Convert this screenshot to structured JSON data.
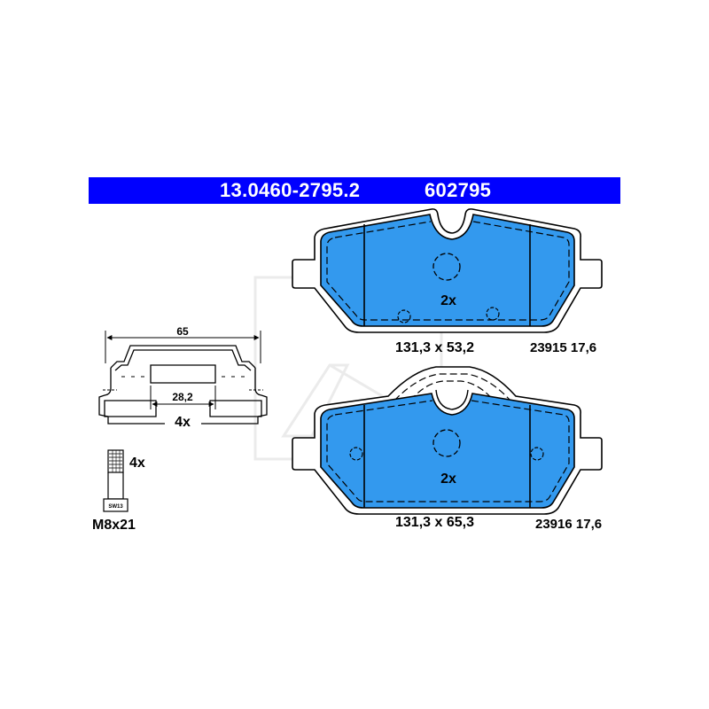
{
  "header": {
    "part_number": "13.0460-2795.2",
    "code": "602795",
    "color": "#0000ff"
  },
  "pad_upper": {
    "quantity": "2x",
    "dimensions": "131,3 x 53,2",
    "spec": "23915 17,6"
  },
  "pad_lower": {
    "quantity": "2x",
    "dimensions": "131,3 x 65,3",
    "spec": "23916 17,6"
  },
  "clip": {
    "width_label": "65",
    "inner_label": "28,2",
    "quantity": "4x"
  },
  "bolt": {
    "quantity": "4x",
    "size": "M8x21",
    "wrench": "SW13"
  },
  "colors": {
    "pad_fill": "#3399ee",
    "line": "#000000"
  }
}
